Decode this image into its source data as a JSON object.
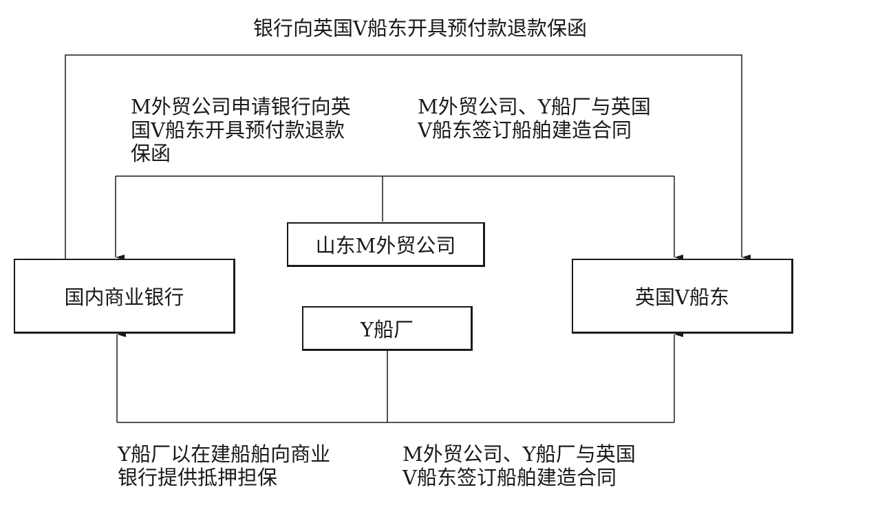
{
  "nodes": {
    "shandong_trading": "山东M外贸公司",
    "domestic_bank": "国内商业银行",
    "uk_shipowner": "英国V船东",
    "y_shipyard": "Y船厂"
  },
  "edges": {
    "top_guarantee": "银行向英国V船东开具预付款退款保函",
    "apply_guarantee": [
      "M外贸公司申请银行向英",
      "国V船东开具预付款退款",
      "保函"
    ],
    "contract_upper": [
      "M外贸公司、Y船厂与英国",
      "V船东签订船舶建造合同"
    ],
    "mortgage": [
      "Y船厂以在建船舶向商业",
      "银行提供抵押担保"
    ],
    "contract_lower": [
      "M外贸公司、Y船厂与英国",
      "V船东签订船舶建造合同"
    ]
  }
}
